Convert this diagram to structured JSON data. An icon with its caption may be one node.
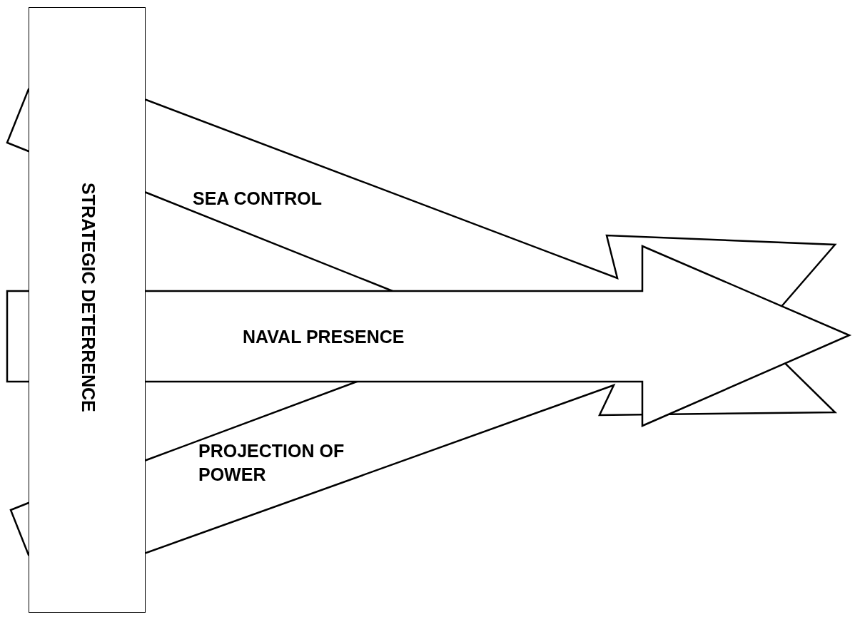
{
  "diagram": {
    "nodes": [
      {
        "text": [
          "STRATEGIC DETERRENCE"
        ]
      },
      {
        "text": [
          "SEA CONTROL"
        ]
      },
      {
        "text": [
          "NAVAL PRESENCE"
        ]
      },
      {
        "text": [
          "PROJECTION OF POWER"
        ]
      }
    ]
  }
}
